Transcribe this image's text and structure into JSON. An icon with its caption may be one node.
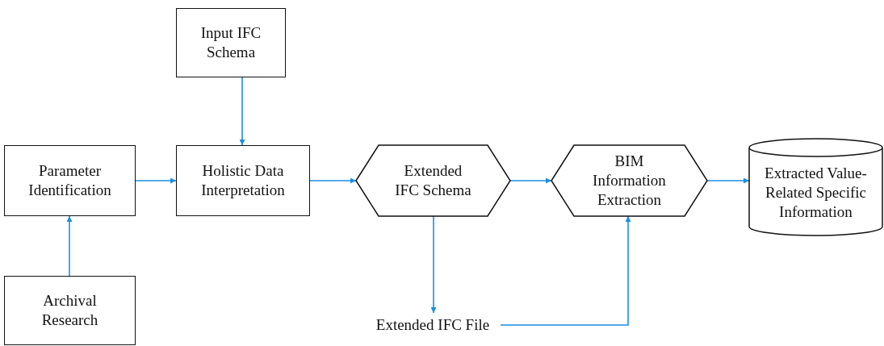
{
  "diagram": {
    "nodes": [
      {
        "text": [
          "Input IFC Schema"
        ]
      },
      {
        "text": [
          "Parameter Identification"
        ]
      },
      {
        "text": [
          "Holistic Data Interpretation"
        ]
      },
      {
        "text": [
          "Extended IFC Schema"
        ]
      },
      {
        "text": [
          "BIM Information Extraction"
        ]
      },
      {
        "text": [
          "Extracted Value-Related Specific Information"
        ]
      },
      {
        "text": [
          "Archival Research"
        ]
      },
      {
        "text": [
          "Extended IFC File"
        ]
      }
    ],
    "edges": [
      {
        "from": 0,
        "to": 2,
        "arrow": "to"
      },
      {
        "from": 1,
        "to": 2,
        "arrow": "to"
      },
      {
        "from": 2,
        "to": 3,
        "arrow": "to"
      },
      {
        "from": 3,
        "to": 4,
        "arrow": "to"
      },
      {
        "from": 4,
        "to": 5,
        "arrow": "to"
      },
      {
        "from": 6,
        "to": 1,
        "arrow": "to"
      },
      {
        "from": 3,
        "to": 7,
        "arrow": "to"
      },
      {
        "from": 7,
        "to": 4,
        "arrow": "to"
      }
    ]
  }
}
